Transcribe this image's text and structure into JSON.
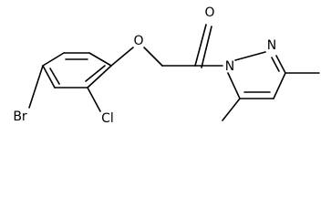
{
  "structure": {
    "atoms": {
      "bromine": "Br",
      "chlorine": "Cl",
      "ether_oxygen": "O",
      "carbonyl_oxygen": "O",
      "pyrazole_n1": "N",
      "pyrazole_n2": "N"
    }
  }
}
